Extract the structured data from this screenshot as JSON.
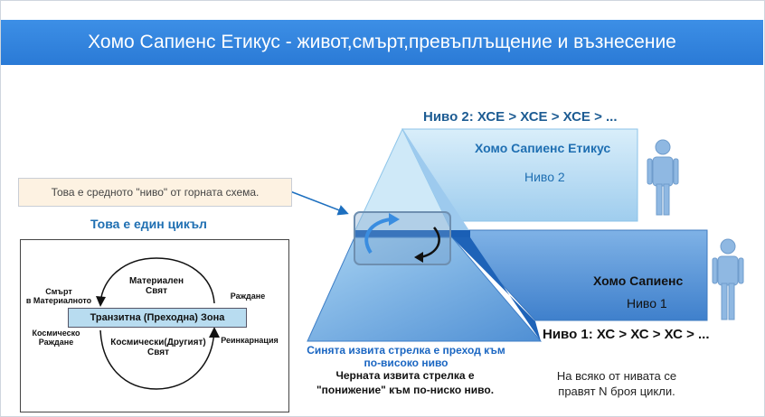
{
  "title": "Хомо Сапиенс Етикус - живот,смърт,превъплъщение и възнесение",
  "level2": {
    "heading": "Ниво 2:  ХСЕ > ХСЕ > ХСЕ > ...",
    "name": "Хомо Сапиенс Етикус",
    "label": "Ниво 2"
  },
  "level1": {
    "heading": "Ниво 1:  ХС > ХС > ХС > ...",
    "name": "Хомо Сапиенс",
    "label": "Ниво 1"
  },
  "callout": "Това е средното \"ниво\" от горната схема.",
  "cycle_title": "Това е един цикъл",
  "inset": {
    "material_world": [
      "Материален",
      "Свят"
    ],
    "transit_zone": "Транзитна (Преходна) Зона",
    "cosmic_world": [
      "Космически(Другият)",
      "Свят"
    ],
    "death": [
      "Смърт",
      "в Материалното"
    ],
    "birth": "Раждане",
    "cosmic_birth": [
      "Космическо",
      "Раждане"
    ],
    "reincarnation": "Реинкарнация"
  },
  "notes": {
    "blue_arrow": "Синята извита стрелка е преход към по-високо ниво",
    "black_arrow": "Черната извита стрелка е \"понижение\" към по-ниско ниво.",
    "cycles": "На всяко от нивата се правят N броя цикли."
  },
  "colors": {
    "title_bar": "#2a7ad6",
    "level2_fill": "#bfe0f4",
    "level1_fill": "#5d9ad8",
    "person": "#8fb8e2"
  },
  "icons": [
    "person-icon",
    "curved-arrow-up-icon",
    "curved-arrow-down-icon"
  ]
}
